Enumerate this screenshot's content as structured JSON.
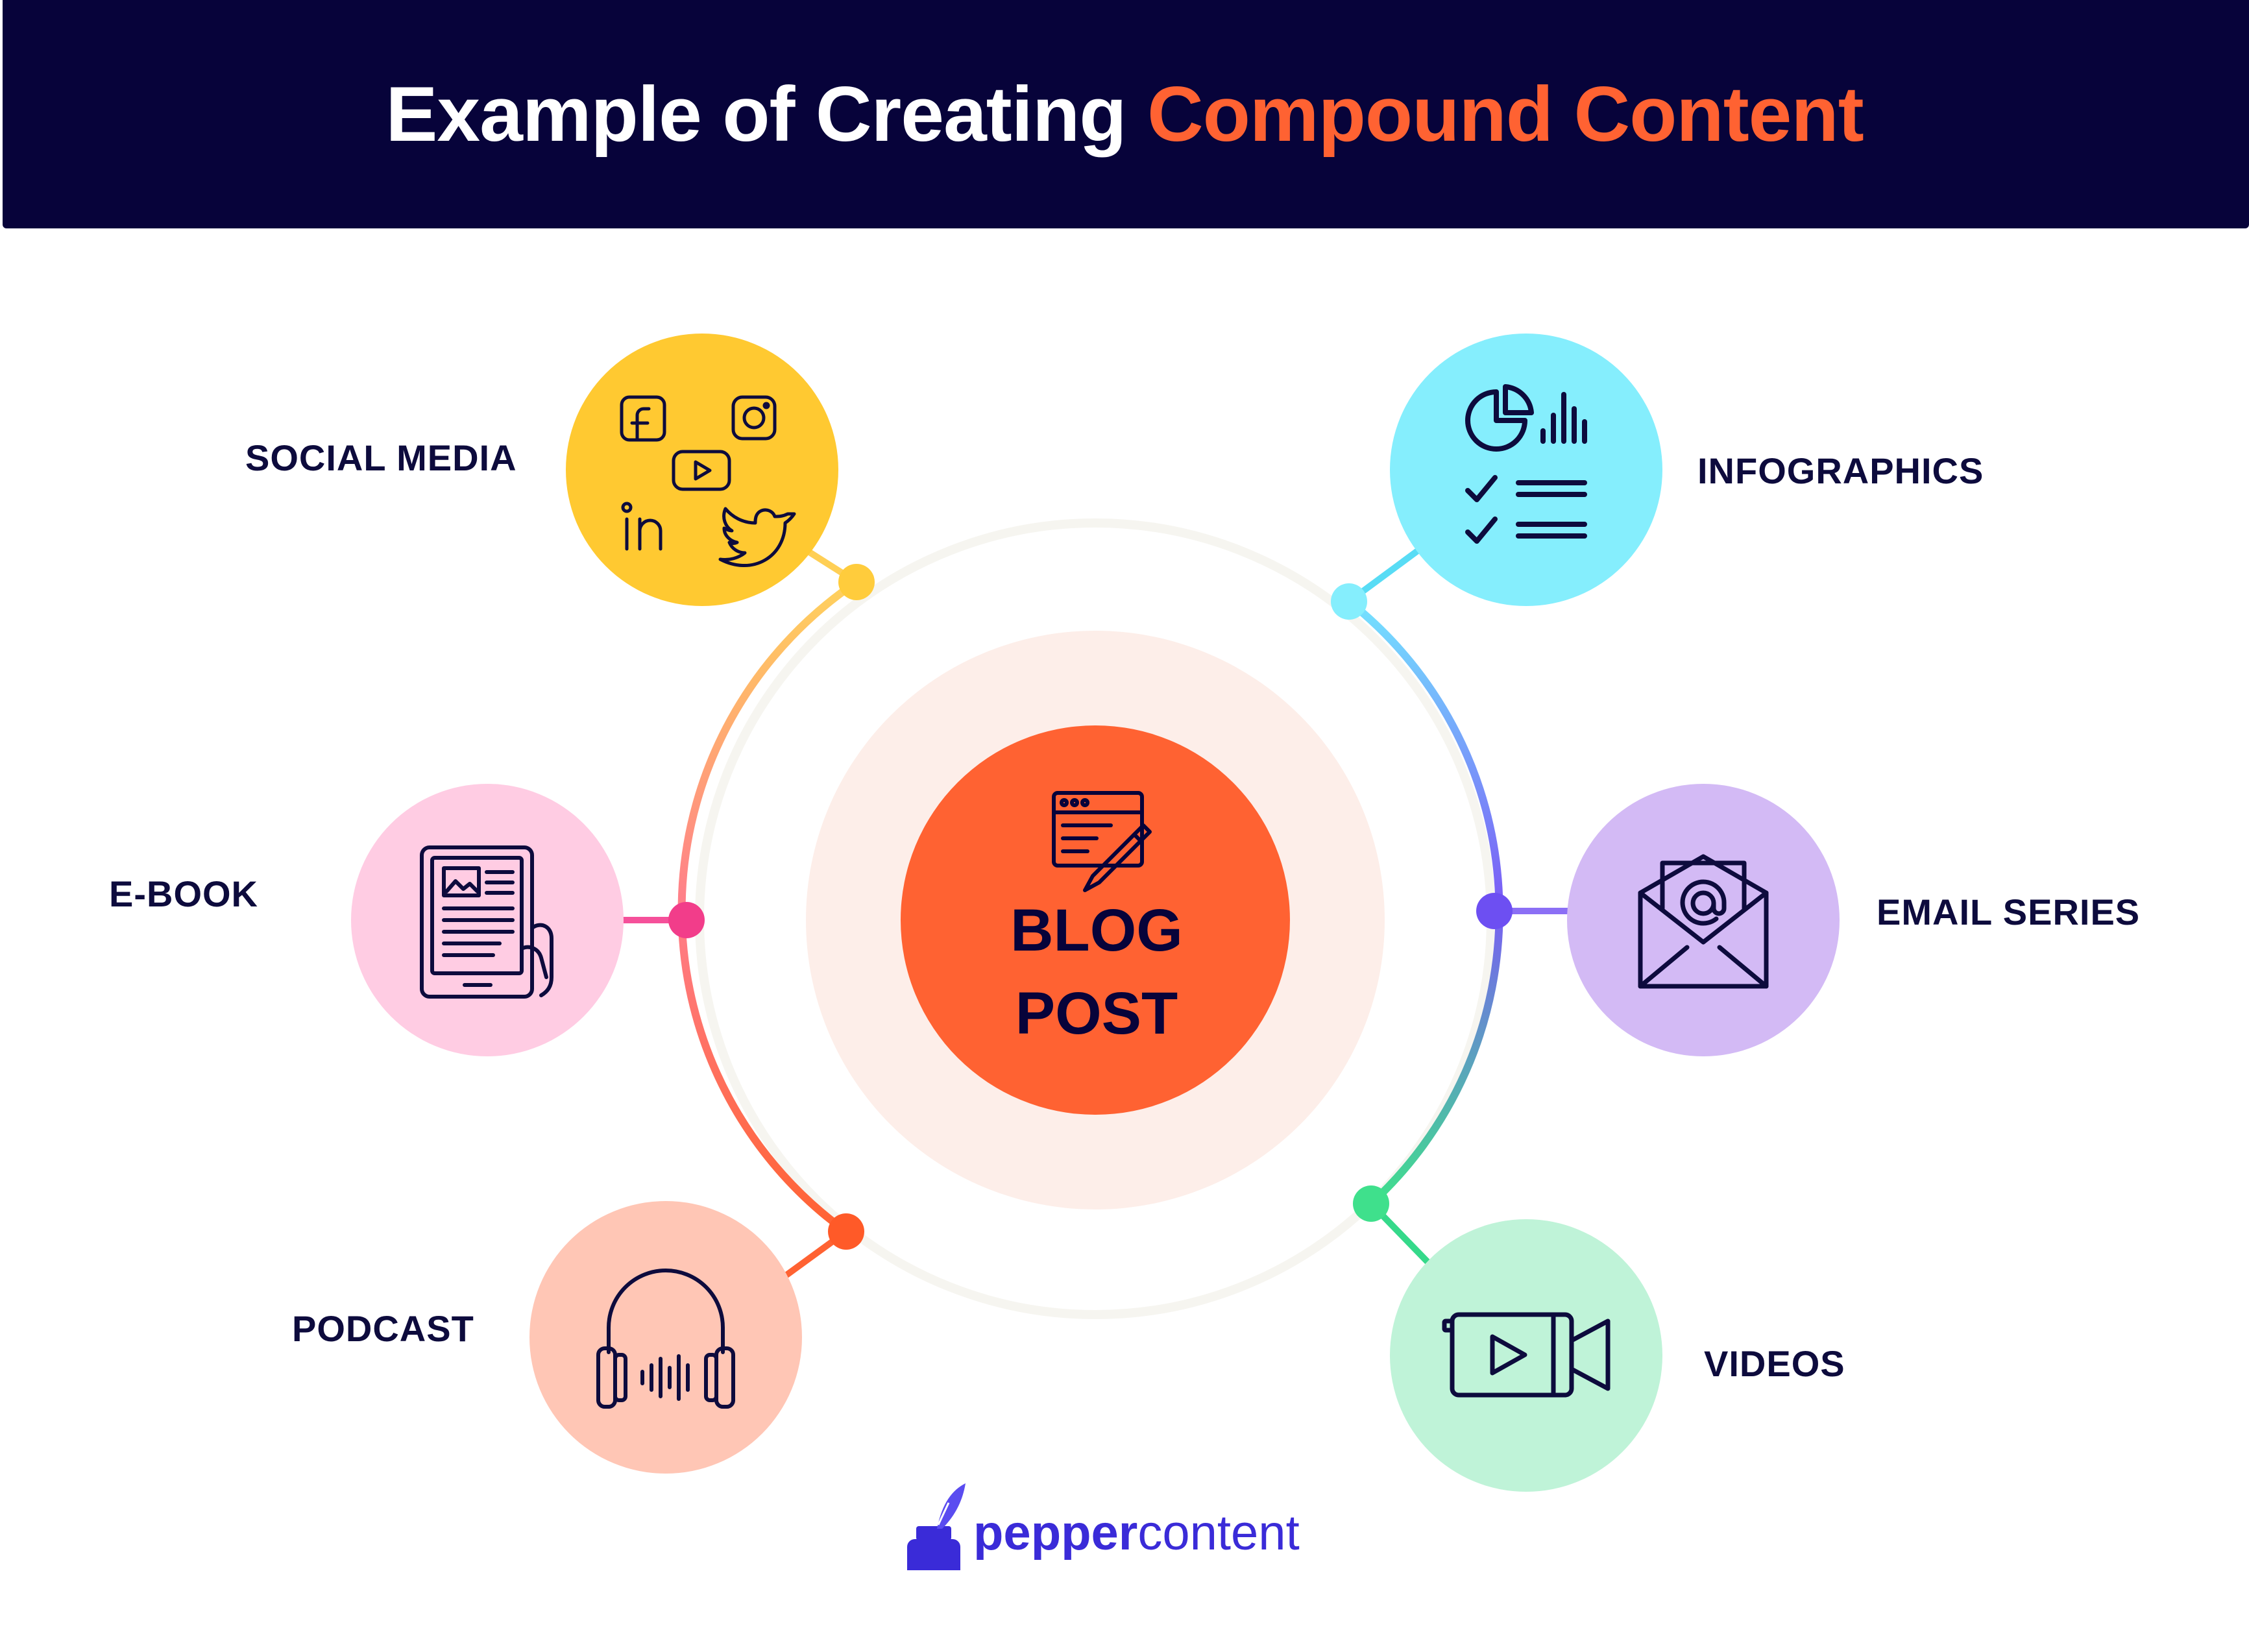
{
  "header": {
    "title_prefix": "Example of Creating ",
    "title_accent": "Compound Content",
    "background_color": "#07033a",
    "accent_color": "#ff6232"
  },
  "center": {
    "line1": "BLOG",
    "line2": "POST",
    "icon": "browser-pencil-icon",
    "color": "#ff6232",
    "halo_color": "#fdeee9"
  },
  "nodes": {
    "social_media": {
      "label": "SOCIAL MEDIA",
      "color": "#ffc931",
      "icons": [
        "facebook-icon",
        "instagram-icon",
        "youtube-icon",
        "linkedin-icon",
        "twitter-icon"
      ]
    },
    "infographics": {
      "label": "INFOGRAPHICS",
      "color": "#85eefd",
      "icon": "chart-checklist-icon"
    },
    "ebook": {
      "label": "E-BOOK",
      "color": "#ffcce3",
      "icon": "ereader-hand-icon"
    },
    "email_series": {
      "label": "EMAIL SERIES",
      "color": "#d3baf5",
      "icon": "envelope-at-icon"
    },
    "podcast": {
      "label": "PODCAST",
      "color": "#ffc6b5",
      "icon": "headphones-icon"
    },
    "videos": {
      "label": "VIDEOS",
      "color": "#bff3d8",
      "icon": "video-camera-icon"
    }
  },
  "brand": {
    "name_bold": "pepper",
    "name_regular": "content",
    "icon": "ink-pot-quill-icon",
    "color": "#3a2bd8"
  }
}
